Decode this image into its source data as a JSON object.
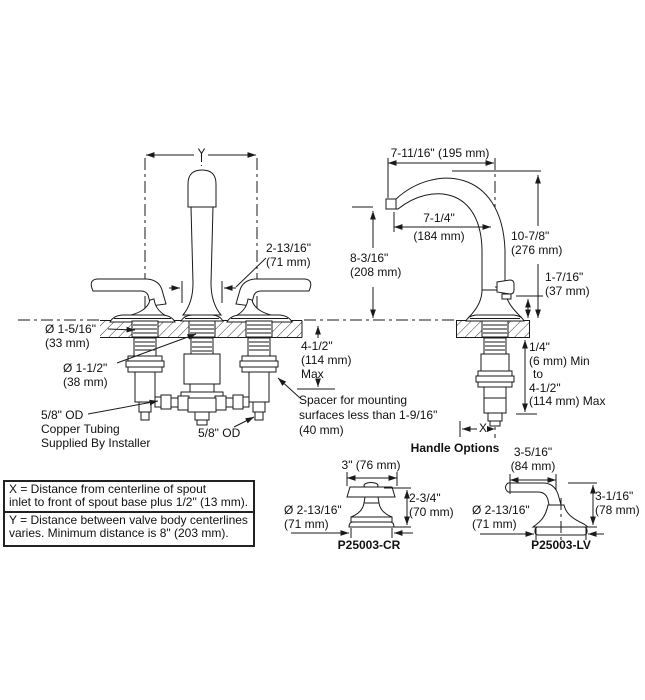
{
  "front_view": {
    "y_label": "Y",
    "spout_base_width": {
      "l1": "2-13/16\"",
      "l2": "(71 mm)"
    },
    "outer_hole_dia": {
      "l1": "Ø 1-5/16\"",
      "l2": "(33 mm)"
    },
    "center_hole_dia": {
      "l1": "Ø 1-1/2\"",
      "l2": "(38 mm)"
    },
    "copper_tubing_note": {
      "l1": "5/8\" OD",
      "l2": "Copper Tubing",
      "l3": "Supplied By Installer"
    },
    "center_od_label": "5/8\" OD",
    "max_deck_thickness": {
      "l1": "4-1/2\"",
      "l2": "(114 mm)",
      "l3": "Max"
    },
    "spacer_note": {
      "l1": "Spacer for mounting",
      "l2": "surfaces less than 1-9/16\"",
      "l3": "(40 mm)"
    }
  },
  "side_view": {
    "overall_reach": "7-11/16\" (195 mm)",
    "spout_reach": {
      "l1": "7-1/4\"",
      "l2": "(184 mm)"
    },
    "spout_height": {
      "l1": "8-3/16\"",
      "l2": "(208 mm)"
    },
    "overall_height": {
      "l1": "10-7/8\"",
      "l2": "(276 mm)"
    },
    "handle_height": {
      "l1": "1-7/16\"",
      "l2": "(37 mm)"
    },
    "deck_range": {
      "l1": "1/4\"",
      "l2": "(6 mm) Min",
      "l3": "to",
      "l4": "4-1/2\"",
      "l5": "(114 mm) Max"
    },
    "x_label": "X"
  },
  "handle_options": {
    "title": "Handle Options",
    "cr": {
      "width": "3\" (76 mm)",
      "height_l1": "2-3/4\"",
      "height_l2": "(70 mm)",
      "dia_l1": "Ø 2-13/16\"",
      "dia_l2": "(71 mm)",
      "model": "P25003-CR"
    },
    "lv": {
      "width_l1": "3-5/16\"",
      "width_l2": "(84 mm)",
      "height_l1": "3-1/16\"",
      "height_l2": "(78 mm)",
      "dia_l1": "Ø 2-13/16\"",
      "dia_l2": "(71 mm)",
      "model": "P25003-LV"
    }
  },
  "notes": {
    "x_l1": "X = Distance from centerline of spout",
    "x_l2": "inlet to front of spout base plus 1/2\" (13 mm).",
    "y_l1": "Y = Distance between valve body centerlines",
    "y_l2": "varies. Minimum distance is 8\" (203 mm)."
  },
  "colors": {
    "line": "#1a1a1a",
    "background": "#ffffff"
  }
}
